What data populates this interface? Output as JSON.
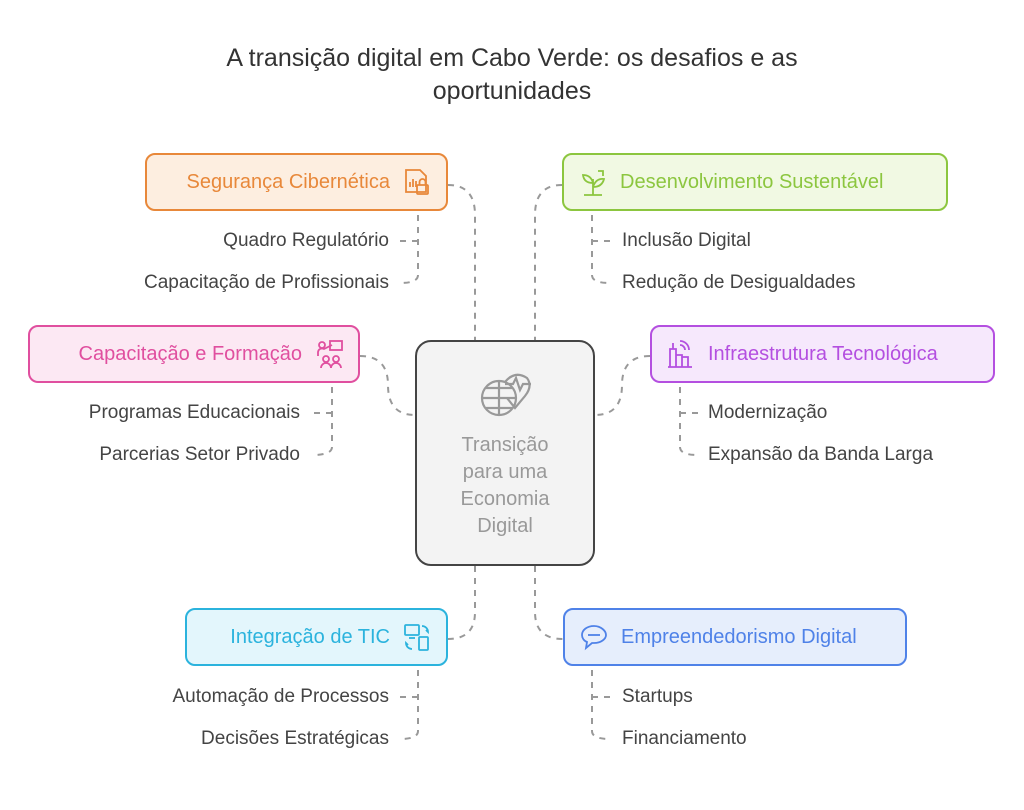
{
  "title_line1": "A transição digital em Cabo Verde: os desafios e as",
  "title_line2": "oportunidades",
  "center": {
    "lines": [
      "Transição",
      "para uma",
      "Economia",
      "Digital"
    ],
    "icon": "globe-heartbeat-icon"
  },
  "branches": [
    {
      "label": "Segurança Cibernética",
      "icon": "document-lock-icon",
      "color": "#e8883a",
      "fill": "#fdeee0",
      "subs": [
        "Quadro Regulatório",
        "Capacitação de Profissionais"
      ]
    },
    {
      "label": "Desenvolvimento Sustentável",
      "icon": "plant-growth-icon",
      "color": "#8cc63f",
      "fill": "#f1f9e3",
      "subs": [
        "Inclusão Digital",
        "Redução de Desigualdades"
      ]
    },
    {
      "label": "Capacitação e Formação",
      "icon": "teacher-group-icon",
      "color": "#e04f9f",
      "fill": "#fce8f3",
      "subs": [
        "Programas Educacionais",
        "Parcerias Setor Privado"
      ]
    },
    {
      "label": "Infraestrutura Tecnológica",
      "icon": "antenna-building-icon",
      "color": "#b44fe0",
      "fill": "#f6e8fc",
      "subs": [
        "Modernização",
        "Expansão da Banda Larga"
      ]
    },
    {
      "label": "Integração de TIC",
      "icon": "devices-sync-icon",
      "color": "#2bb3dd",
      "fill": "#e3f6fc",
      "subs": [
        "Automação de Processos",
        "Decisões Estratégicas"
      ]
    },
    {
      "label": "Empreendedorismo Digital",
      "icon": "chat-bubble-icon",
      "color": "#4f82e8",
      "fill": "#e6eefc",
      "subs": [
        "Startups",
        "Financiamento"
      ]
    }
  ]
}
